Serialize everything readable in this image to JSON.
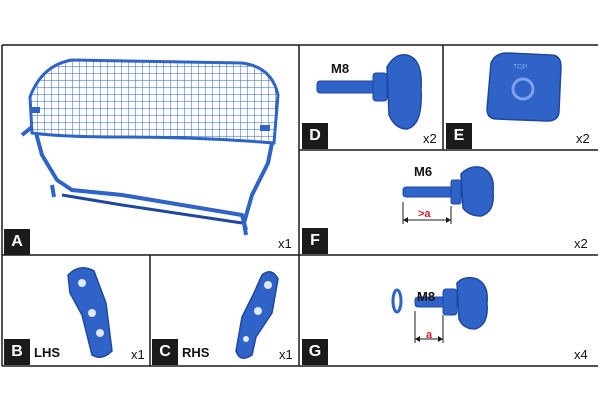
{
  "parts": [
    {
      "id": "A",
      "qty": "x1",
      "icon": "cargo-barrier-grille"
    },
    {
      "id": "B",
      "qty": "x1",
      "side": "LHS",
      "icon": "left-mounting-bracket"
    },
    {
      "id": "C",
      "qty": "x1",
      "side": "RHS",
      "icon": "right-mounting-bracket"
    },
    {
      "id": "D",
      "qty": "x2",
      "thread": "M8",
      "icon": "knob-bolt"
    },
    {
      "id": "E",
      "qty": "x2",
      "icon": "cover-cap"
    },
    {
      "id": "F",
      "qty": "x2",
      "thread": "M6",
      "dim": ">a",
      "icon": "knob-bolt"
    },
    {
      "id": "G",
      "qty": "x4",
      "thread": "M8",
      "dim": "a",
      "icon": "knob-bolt-with-washer"
    }
  ],
  "colors": {
    "part_blue": "#2f63c7",
    "part_blue_dark": "#1f47a0",
    "line": "#1b1b1b",
    "accent_red": "#d3202a"
  }
}
